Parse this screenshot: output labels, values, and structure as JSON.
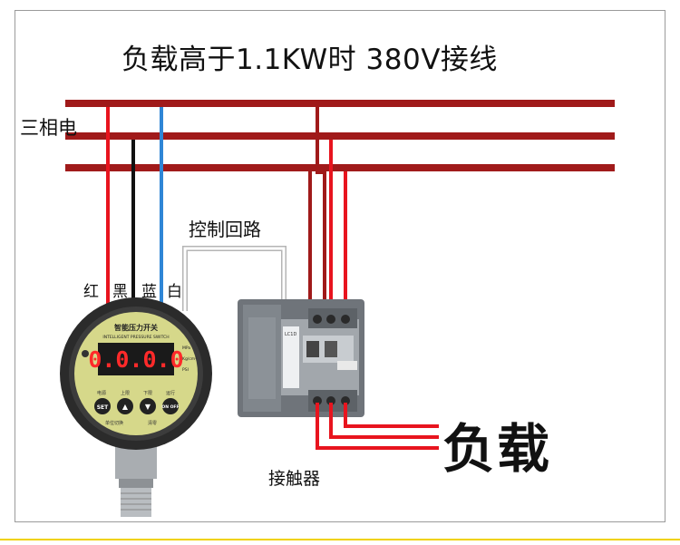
{
  "title": "负载高于1.1KW时  380V接线",
  "phase_label": "三相电",
  "control_loop_label": "控制回路",
  "wire_labels": [
    "红",
    "黑",
    "蓝",
    "白"
  ],
  "contactor_label": "接触器",
  "load_label": "负载",
  "switch_device": {
    "title": "智能压力开关",
    "subtitle": "INTELLIGENT PRESSURE SWITCH",
    "display": "0.0.0.0",
    "units": [
      "MPa",
      "Kg/cm²",
      "PSI"
    ],
    "buttons": [
      "SET",
      "▲",
      "▼",
      "ON OFF"
    ],
    "indicator_labels": [
      "电源",
      "上限",
      "下限",
      "运行"
    ],
    "bottom_labels": [
      "单位切换",
      "清零"
    ]
  },
  "colors": {
    "bus": "#a01a1a",
    "wire_red": "#e8141e",
    "wire_black": "#111111",
    "wire_blue": "#2f86d6",
    "wire_white": "#ffffff",
    "frame_border": "#9a9a9a",
    "accent_line": "#f0d200"
  }
}
